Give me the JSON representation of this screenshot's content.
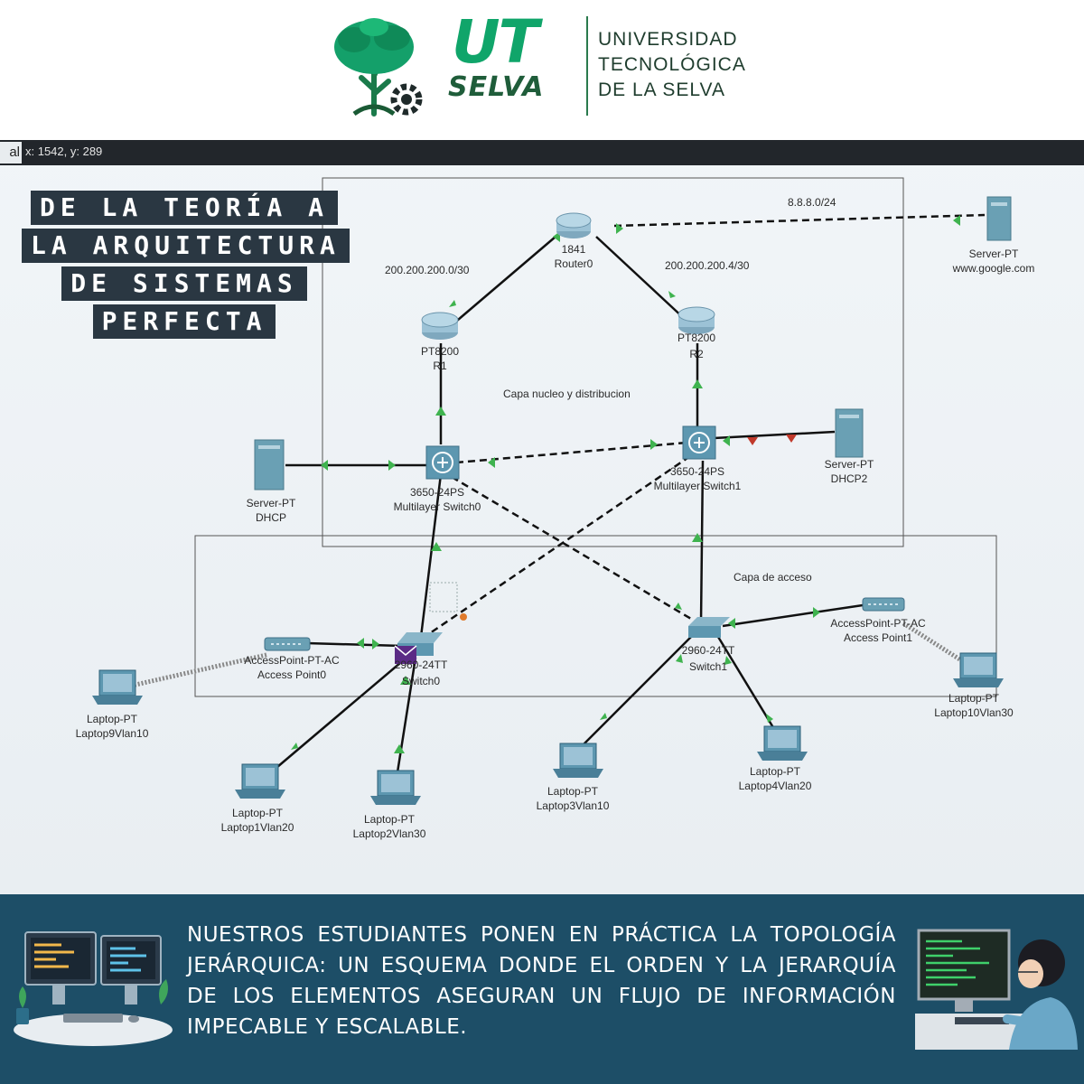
{
  "header": {
    "logo_ut": "UT",
    "logo_selva": "SELVA",
    "university_lines": [
      "UNIVERSIDAD",
      "TECNOLÓGICA",
      "DE LA SELVA"
    ]
  },
  "screen": {
    "tab_label": "al",
    "coords": "x: 1542, y: 289"
  },
  "headline": [
    "DE LA TEORÍA A",
    "LA ARQUITECTURA",
    "DE SISTEMAS",
    "PERFECTA"
  ],
  "topology": {
    "network_labels": {
      "net_google": "8.8.8.0/24",
      "net_left": "200.200.200.0/30",
      "net_right": "200.200.200.4/30"
    },
    "areas": {
      "core": "Capa nucleo y distribucion",
      "access": "Capa de acceso"
    },
    "devices": {
      "router0_model": "1841",
      "router0_name": "Router0",
      "r1_model": "PT8200",
      "r1_name": "R1",
      "r2_model": "PT8200",
      "r2_name": "R2",
      "server_google_model": "Server-PT",
      "server_google_name": "www.google.com",
      "server_dhcp_model": "Server-PT",
      "server_dhcp_name": "DHCP",
      "server_dhcp2_model": "Server-PT",
      "server_dhcp2_name": "DHCP2",
      "mls0_model": "3650-24PS",
      "mls0_name": "Multilayer Switch0",
      "mls1_model": "3650-24PS",
      "mls1_name": "Multilayer Switch1",
      "sw0_model": "2960-24TT",
      "sw0_name": "Switch0",
      "sw1_model": "2960-24TT",
      "sw1_name": "Switch1",
      "ap0_model": "AccessPoint-PT-AC",
      "ap0_name": "Access Point0",
      "ap1_model": "AccessPoint-PT-AC",
      "ap1_name": "Access Point1",
      "l9_model": "Laptop-PT",
      "l9_name": "Laptop9Vlan10",
      "l1_model": "Laptop-PT",
      "l1_name": "Laptop1Vlan20",
      "l2_model": "Laptop-PT",
      "l2_name": "Laptop2Vlan30",
      "l3_model": "Laptop-PT",
      "l3_name": "Laptop3Vlan10",
      "l4_model": "Laptop-PT",
      "l4_name": "Laptop4Vlan20",
      "l10_model": "Laptop-PT",
      "l10_name": "Laptop10Vlan30"
    }
  },
  "footer": {
    "text": "Nuestros estudiantes ponen en práctica la topología jerárquica: un esquema donde el orden y la jerarquía de los elementos aseguran un flujo de información impecable y escalable."
  },
  "colors": {
    "brand_green": "#10a56a",
    "brand_dark_green": "#1f5d3a",
    "footer_bg": "#1d4e67",
    "headline_bg": "#2a3742",
    "link_up": "#3fb34f",
    "link_down": "#c0392b"
  }
}
